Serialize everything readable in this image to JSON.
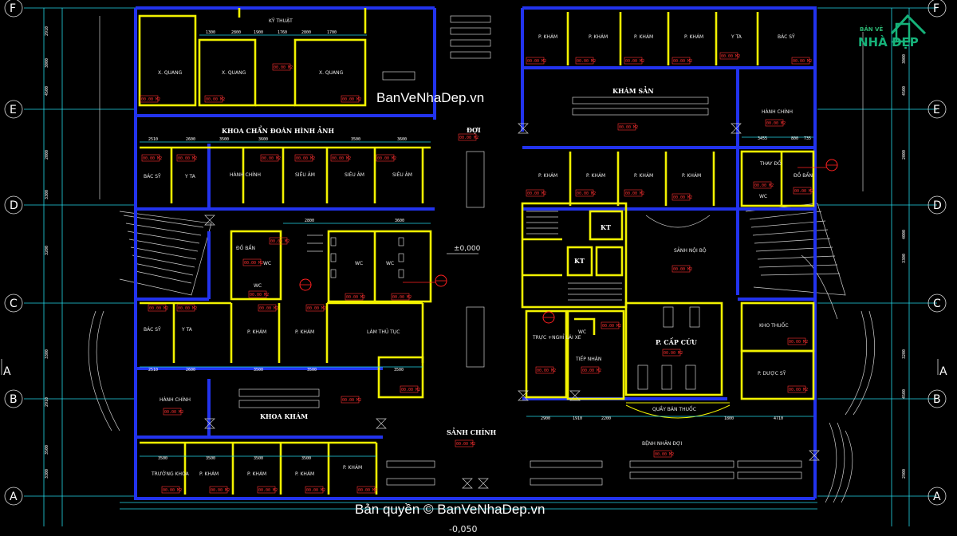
{
  "watermark": {
    "site": "BanVeNhaDep.vn",
    "copyright": "Bản quyền © BanVeNhaDep.vn",
    "logo_line1": "BẢN VẼ",
    "logo_line2": "NHÀ ĐẸP"
  },
  "axes": {
    "rows": [
      "F",
      "E",
      "D",
      "C",
      "B",
      "A"
    ],
    "section_mark": "A"
  },
  "levels": {
    "floor": "±0,000",
    "outside": "-0,050"
  },
  "zones": {
    "ky_thuat": "KỸ THUẬT",
    "khoa_cdha": "KHOA CHẨN ĐOÁN HÌNH ẢNH",
    "doi": "ĐỢI",
    "kham_san": "KHÁM SẢN",
    "khoa_kham": "KHOA KHÁM",
    "sanh_chinh": "SẢNH CHÍNH",
    "sanh_noi_bo": "SẢNH\nNỘI BỘ",
    "p_cap_cuu": "P. CẤP CỨU",
    "quay_ban_thuoc": "QUẦY BÁN THUỐC",
    "benh_nhan_doi": "BỆNH NHÂN ĐỢI"
  },
  "rooms": {
    "x_quang": "X. QUANG",
    "bac_sy": "BÁC SỸ",
    "y_ta": "Y TA",
    "hanh_chinh": "HÀNH CHÍNH",
    "sieu_am": "SIÊU ÂM",
    "do_ban": "ĐỒ BẨN",
    "wc": "WC",
    "p_kham": "P. KHÁM",
    "lam_thu_tuc": "LÀM THỦ TỤC",
    "truong_khoa": "TRƯỞNG\nKHOA",
    "truc_nghi": "TRỰC\n+NGHỈ\nLÁI XE",
    "tiep_nhan": "TIẾP NHẬN",
    "kt": "KT",
    "thay_do": "THAY\nĐỒ",
    "do_ban2": "ĐỒ\nBẨN",
    "kho_thuoc": "KHO THUỐC",
    "p_duoc_sy": "P. DƯỢC SỸ"
  },
  "dimensions": {
    "top_left": [
      "1300",
      "2800",
      "1900",
      "1760",
      "2800",
      "1700"
    ],
    "cdha_row": [
      "2510",
      "2600",
      "3500",
      "3600",
      "3500",
      "3600"
    ],
    "mid_row": [
      "2800",
      "3600"
    ],
    "kham_row": [
      "2510",
      "2600",
      "3500",
      "3500",
      "3500"
    ],
    "bottom_row": [
      "3500",
      "3500",
      "3500",
      "3500"
    ],
    "right_mid": [
      "3455",
      "800",
      "735"
    ],
    "right_bottom": [
      "2900",
      "1910",
      "2200",
      "1800",
      "4710"
    ],
    "left_vert": [
      "2910",
      "3000",
      "4500",
      "2000",
      "3300",
      "3200",
      "3300",
      "2910",
      "3500",
      "3300"
    ],
    "right_vert": [
      "3000",
      "4500",
      "2000",
      "4000",
      "3300",
      "3200",
      "4500",
      "2900"
    ]
  },
  "area_tag": "00.00 M2"
}
